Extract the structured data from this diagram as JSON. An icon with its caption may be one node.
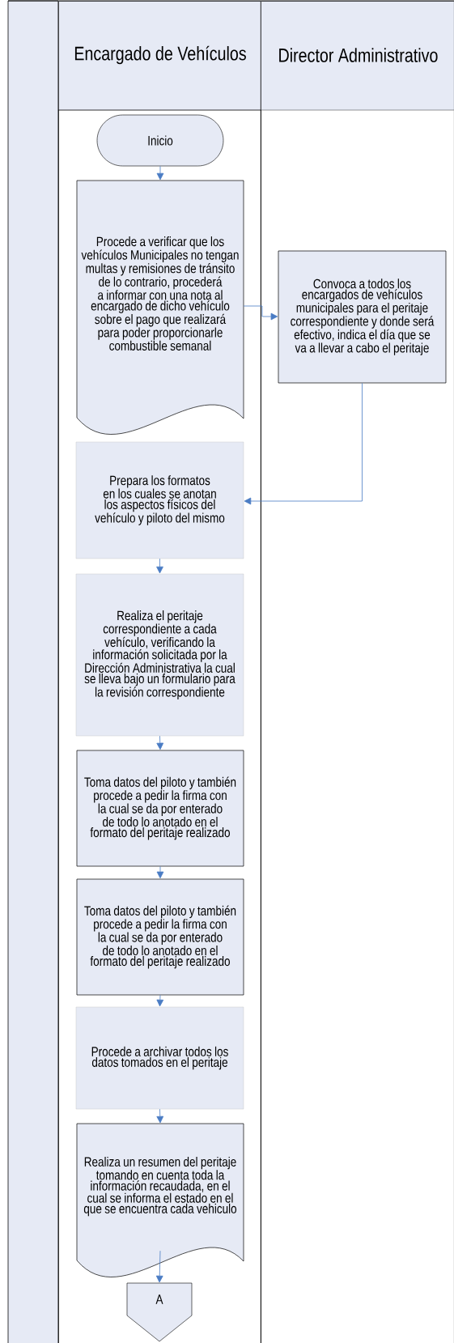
{
  "diagram": {
    "nodes": [
      {
        "text": [
          "Encargado de Vehículos"
        ]
      },
      {
        "text": [
          "Director Administrativo"
        ]
      },
      {
        "text": [
          "Inicio"
        ],
        "in": 0
      },
      {
        "text": [
          "Procede a verificar que los vehículos Municipales no tengan multas y remisiones de tránsito de lo contrario, procederá a informar con una nota al encargado de dicho vehículo sobre el pago que realizará para poder proporcionarle combustible semanal"
        ],
        "in": 0
      },
      {
        "text": [
          "Convoca a todos los encargados de vehículos municipales para el peritaje correspondiente y donde será efectivo, indica el día que se va a llevar a cabo el peritaje"
        ],
        "in": 1
      },
      {
        "text": [
          "Prepara los formatos en los cuales se anotan los aspectos físicos del vehículo y piloto del mismo"
        ],
        "in": 0
      },
      {
        "text": [
          "Realiza el peritaje correspondiente a cada vehículo, verificando la información solicitada por la Dirección Administrativa la cual se lleva bajo un formulario para la revisión correspondiente"
        ],
        "in": 0
      },
      {
        "text": [
          "Toma datos del piloto y también procede a pedir la firma con la cual se da por enterado de todo lo anotado en el formato del peritaje realizado"
        ],
        "in": 0
      },
      {
        "text": [
          "Toma datos del piloto y también procede a pedir la firma con la cual se da por enterado de todo lo anotado en el formato del peritaje realizado"
        ],
        "in": 0
      },
      {
        "text": [
          "Procede a archivar todos los datos tomados en el peritaje"
        ],
        "in": 0
      },
      {
        "text": [
          "Realiza un resumen del peritaje tomando en cuenta toda la información recaudada, en el cual se informa el estado en el que se encuentra cada vehiculo"
        ],
        "in": 0
      },
      {
        "text": [
          "A"
        ],
        "in": 0
      }
    ],
    "edges": [
      {
        "from": 2,
        "to": 3,
        "arrow": "to"
      },
      {
        "from": 3,
        "to": 4,
        "arrow": "to"
      },
      {
        "from": 4,
        "to": 5,
        "arrow": "to"
      },
      {
        "from": 5,
        "to": 6,
        "arrow": "to"
      },
      {
        "from": 6,
        "to": 7,
        "arrow": "to"
      },
      {
        "from": 7,
        "to": 8,
        "arrow": "to"
      },
      {
        "from": 8,
        "to": 9,
        "arrow": "to"
      },
      {
        "from": 9,
        "to": 10,
        "arrow": "to"
      },
      {
        "from": 10,
        "to": 11,
        "arrow": "to"
      }
    ]
  }
}
